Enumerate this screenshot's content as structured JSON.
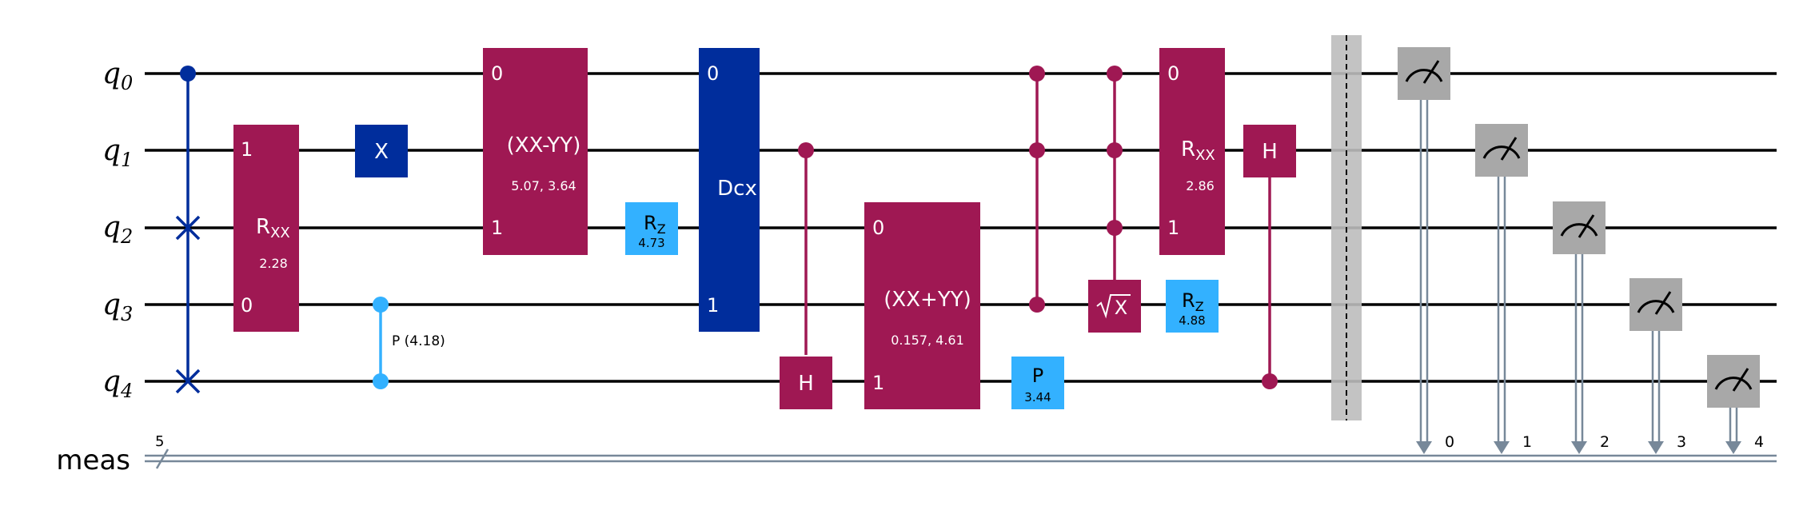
{
  "qubits": [
    {
      "name": "q",
      "index": "0"
    },
    {
      "name": "q",
      "index": "1"
    },
    {
      "name": "q",
      "index": "2"
    },
    {
      "name": "q",
      "index": "3"
    },
    {
      "name": "q",
      "index": "4"
    }
  ],
  "classical": {
    "name": "meas",
    "size": "5",
    "bits": [
      "0",
      "1",
      "2",
      "3",
      "4"
    ]
  },
  "colors": {
    "magenta": "#9F1853",
    "dark_blue": "#002D9C",
    "light_blue": "#33B1FF",
    "measure": "#A8A8A8",
    "classical": "#778899",
    "barrier": "#BDBDBD"
  },
  "gates": {
    "swap": {
      "qubits": [
        "q0",
        "q2",
        "q4"
      ]
    },
    "rxx_a": {
      "top_label": "1",
      "bottom_label": "0",
      "name": "R",
      "sub": "XX",
      "param": "2.28"
    },
    "x": {
      "label": "X"
    },
    "cp": {
      "label": "P (4.18)"
    },
    "xx_minus_yy": {
      "top_label": "0",
      "bottom_label": "1",
      "name": "(XX-YY)",
      "param": "5.07, 3.64"
    },
    "rz_a": {
      "name": "R",
      "sub": "Z",
      "param": "4.73"
    },
    "dcx": {
      "top_label": "0",
      "bottom_label": "1",
      "name": "Dcx"
    },
    "ch_a": {
      "label": "H"
    },
    "xx_plus_yy": {
      "top_label": "0",
      "bottom_label": "1",
      "name": "(XX+YY)",
      "param": "0.157, 4.61"
    },
    "p": {
      "name": "P",
      "param": "3.44"
    },
    "sx": {
      "label": "X"
    },
    "rxx_b": {
      "top_label": "0",
      "bottom_label": "1",
      "name": "R",
      "sub": "XX",
      "param": "2.86"
    },
    "rz_b": {
      "name": "R",
      "sub": "Z",
      "param": "4.88"
    },
    "ch_b": {
      "label": "H"
    }
  }
}
